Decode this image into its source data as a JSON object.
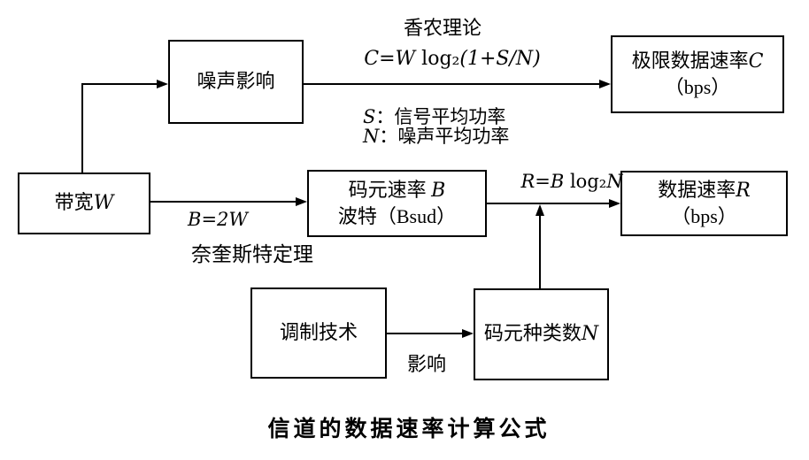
{
  "diagram": {
    "caption": "信道的数据速率计算公式",
    "boxes": {
      "noise": {
        "label": "噪声影响"
      },
      "limit_rate": {
        "line1_text": "极限数据速率",
        "line1_var": "C",
        "line2": "（bps）"
      },
      "bandwidth": {
        "text": "带宽",
        "var": "W"
      },
      "symbol_rate": {
        "line1_text": "码元速率 ",
        "line1_var": "B",
        "line2_pre": "波特（",
        "line2_mid": "Bsud",
        "line2_post": "）"
      },
      "data_rate": {
        "line1_text": "数据速率",
        "line1_var": "R",
        "line2": "（bps）"
      },
      "modulation": {
        "label": "调制技术"
      },
      "symbol_types": {
        "text": "码元种类数",
        "var": "N"
      }
    },
    "labels": {
      "shannon_title": "香农理论",
      "shannon_formula": {
        "pre": "C=W",
        "log": " log₂",
        "post": "(1+S/N)"
      },
      "s_legend": {
        "var": "S",
        "rest": "：信号平均功率"
      },
      "n_legend": {
        "var": "N",
        "rest": "：噪声平均功率"
      },
      "nyquist_formula": "B=2W",
      "nyquist_name": "奈奎斯特定理",
      "rate_formula": {
        "pre": "R=B",
        "log": " log₂",
        "post": "N"
      },
      "influence": "影响"
    }
  }
}
